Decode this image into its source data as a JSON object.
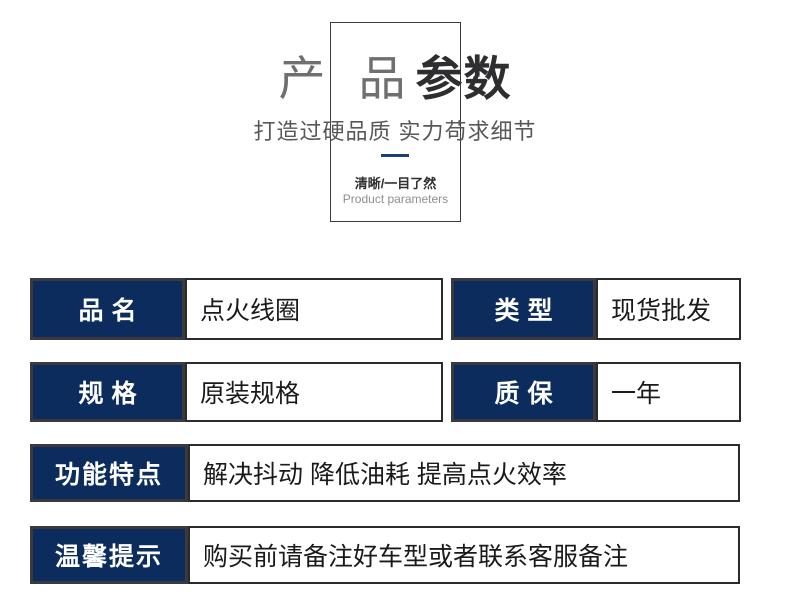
{
  "header": {
    "title_light": "产 品",
    "title_bold": "参数",
    "subtitle": "打造过硬品质 实力苟求细节",
    "tag_cn": "清晰/一目了然",
    "tag_en": "Product parameters",
    "accent_color": "#1b3f7e",
    "frame_color": "#3b3b3d"
  },
  "spec_table": {
    "label_bg": "#0c2c5e",
    "label_text_color": "#ffffff",
    "value_bg": "#ffffff",
    "value_text_color": "#1a1a1a",
    "border_color": "#2b2b2d",
    "rows": [
      {
        "left_label": "品名",
        "left_value": "点火线圈",
        "right_label": "类型",
        "right_value": "现货批发"
      },
      {
        "left_label": "规格",
        "left_value": "原装规格",
        "right_label": "质保",
        "right_value": "一年"
      },
      {
        "left_label": "功能特点",
        "left_value": "解决抖动 降低油耗 提高点火效率"
      },
      {
        "left_label": "温馨提示",
        "left_value": "购买前请备注好车型或者联系客服备注"
      }
    ]
  }
}
